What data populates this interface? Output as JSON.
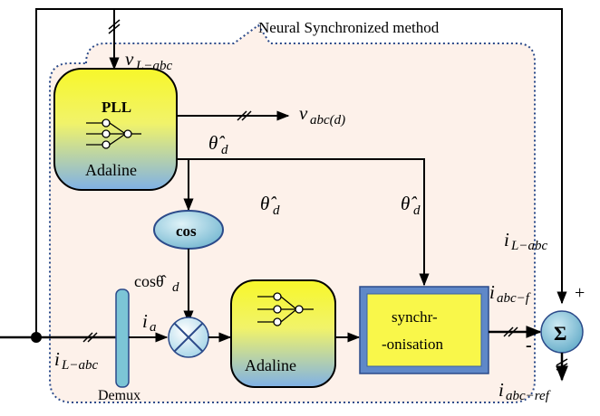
{
  "title": "Neural Synchronized method",
  "blocks": {
    "pll": {
      "title": "PLL",
      "subtitle": "Adaline"
    },
    "adaline": {
      "subtitle": "Adaline"
    },
    "cos": {
      "label": "cos"
    },
    "sync": {
      "line1": "synchr-",
      "line2": "-onisation"
    },
    "demux": {
      "label": "Demux"
    },
    "sum": {
      "symbol": "Σ"
    }
  },
  "signals": {
    "vL_main": "v",
    "vL_sub": "L−abc",
    "vabc_main": "v",
    "vabc_sub": "abc(d)",
    "theta": "θ̂",
    "theta_sub": "d",
    "cos_main": "cosθ̂",
    "cos_sub": "d",
    "ia_main": "i",
    "ia_sub": "a",
    "iL_main": "i",
    "iL_sub": "L−abc",
    "iLr_main": "i",
    "iLr_sub": "L−abc",
    "iabcf_main": "i",
    "iabcf_sub": "abc−f",
    "iref_main": "i",
    "iref_sub": "abc−ref",
    "plus": "+",
    "minus": "-"
  },
  "colors": {
    "region_fill": "#fdf1ea",
    "region_border": "#2b4a8a",
    "gradient_top": "#f7f72a",
    "gradient_bottom": "#7fb1e6",
    "sync_fill": "#f9f74a",
    "sync_border": "#5f88c8",
    "demux_fill": "#7cc5d6"
  }
}
